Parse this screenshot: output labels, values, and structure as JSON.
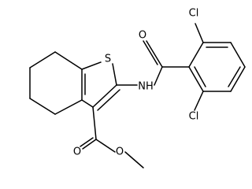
{
  "molecule": {
    "atoms": {
      "S": "S",
      "N": "NH",
      "O_amide": "O",
      "O_ester_carbonyl": "O",
      "O_ester": "O",
      "Cl_top": "Cl",
      "Cl_bottom": "Cl"
    },
    "colors": {
      "bond": "#000000",
      "label": "#000000",
      "background": "#ffffff"
    }
  }
}
